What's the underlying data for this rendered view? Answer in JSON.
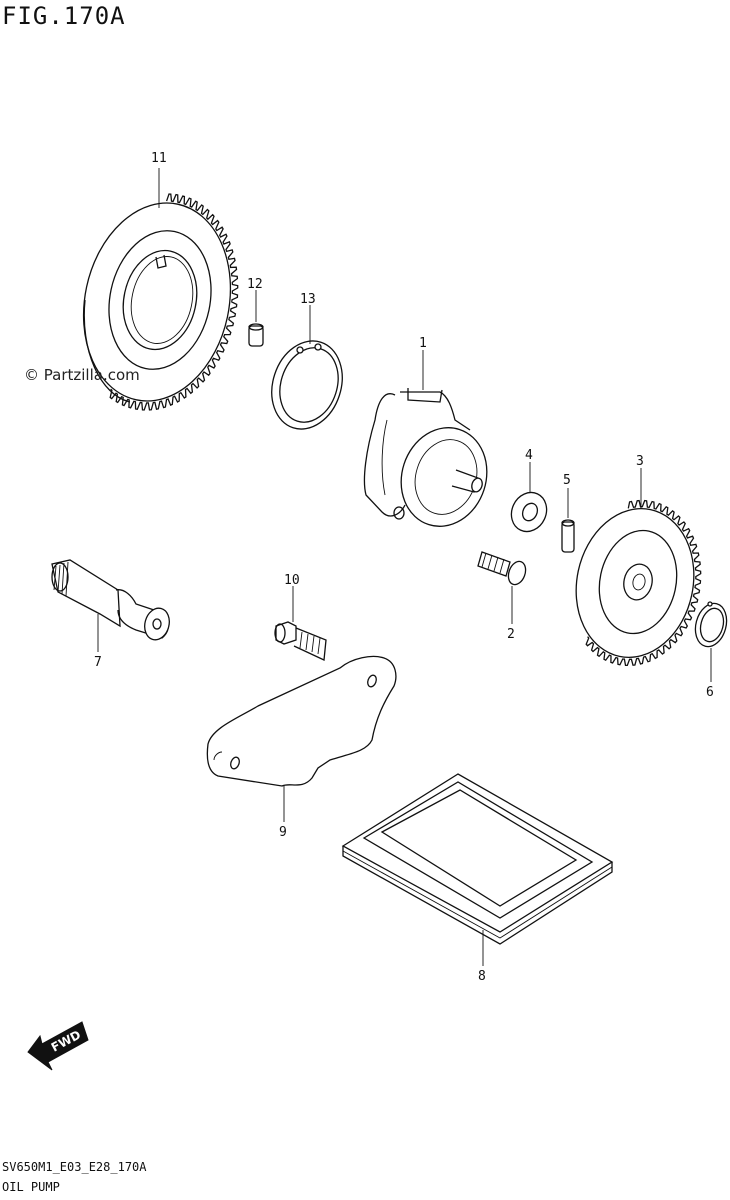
{
  "figure": {
    "title": "FIG.170A",
    "watermark": "© Partzilla.com",
    "footer_code": "SV650M1_E03_E28_170A",
    "footer_name": "OIL PUMP",
    "fwd_label": "FWD"
  },
  "callouts": {
    "c1": "1",
    "c2": "2",
    "c3": "3",
    "c4": "4",
    "c5": "5",
    "c6": "6",
    "c7": "7",
    "c8": "8",
    "c9": "9",
    "c10": "10",
    "c11": "11",
    "c12": "12",
    "c13": "13"
  }
}
